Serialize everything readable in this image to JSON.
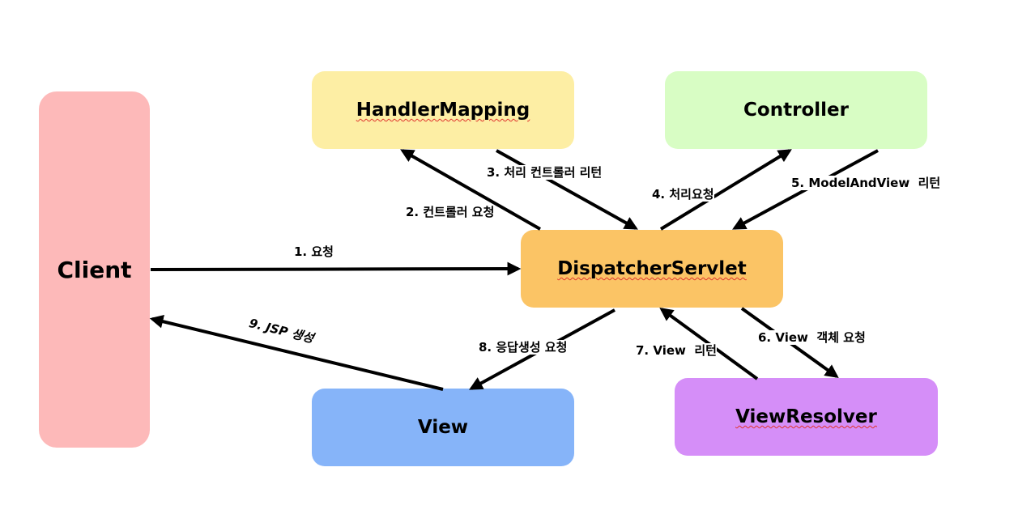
{
  "colors": {
    "client": "#fdb9b9",
    "handler_mapping": "#fdeea4",
    "controller": "#d8fdc4",
    "dispatcher_servlet": "#fbc465",
    "view": "#86b4f9",
    "view_resolver": "#d58ef8",
    "arrow": "#000000",
    "spellcheck_underline": "#e0342e"
  },
  "nodes": {
    "client": "Client",
    "handler_mapping": "HandlerMapping",
    "controller": "Controller",
    "dispatcher_servlet": "DispatcherServlet",
    "view": "View",
    "view_resolver": "ViewResolver"
  },
  "edges": [
    {
      "id": "e1",
      "from": "client",
      "to": "dispatcher_servlet",
      "label": "1. 요청"
    },
    {
      "id": "e2",
      "from": "dispatcher_servlet",
      "to": "handler_mapping",
      "label": "2. 컨트롤러 요청"
    },
    {
      "id": "e3",
      "from": "handler_mapping",
      "to": "dispatcher_servlet",
      "label": "3. 처리 컨트롤러 리턴"
    },
    {
      "id": "e4",
      "from": "dispatcher_servlet",
      "to": "controller",
      "label": "4. 처리요청"
    },
    {
      "id": "e5",
      "from": "controller",
      "to": "dispatcher_servlet",
      "label": "5. ModelAndView  리턴"
    },
    {
      "id": "e6",
      "from": "dispatcher_servlet",
      "to": "view_resolver",
      "label": "6. View  객체 요청"
    },
    {
      "id": "e7",
      "from": "view_resolver",
      "to": "dispatcher_servlet",
      "label": "7. View  리턴"
    },
    {
      "id": "e8",
      "from": "dispatcher_servlet",
      "to": "view",
      "label": "8. 응답생성 요청"
    },
    {
      "id": "e9",
      "from": "view",
      "to": "client",
      "label": "9. JSP 생성"
    }
  ]
}
